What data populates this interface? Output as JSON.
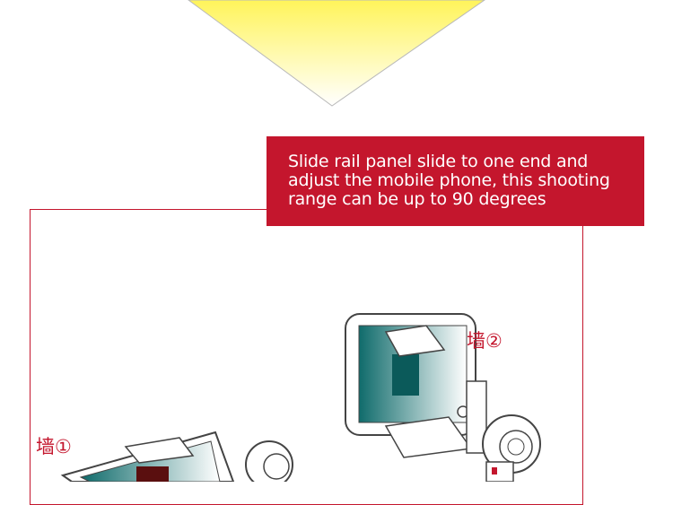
{
  "banner": {
    "lines": [
      "Slide rail panel slide to one end and",
      "adjust the mobile phone, this shooting",
      "range can be up to 90 degrees"
    ]
  },
  "labels": {
    "wall_1": "墙①",
    "wall_2": "墙②"
  },
  "colors": {
    "accent": "#c4162d",
    "highlight": "#fff36a",
    "screen": "#0f6b6b"
  }
}
